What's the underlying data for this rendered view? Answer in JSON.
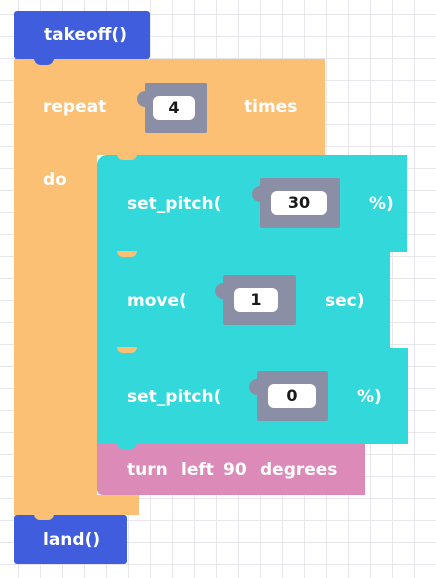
{
  "blocks": {
    "takeoff": {
      "label": "takeoff()"
    },
    "repeat": {
      "prefix": "repeat",
      "count": "4",
      "suffix": "times",
      "do_label": "do"
    },
    "set_pitch_1": {
      "prefix": "set_pitch(",
      "value": "30",
      "suffix": "%)"
    },
    "move": {
      "prefix": "move(",
      "value": "1",
      "suffix": "sec)"
    },
    "set_pitch_2": {
      "prefix": "set_pitch(",
      "value": "0",
      "suffix": "%)"
    },
    "turn": {
      "word1": "turn",
      "word2": "left",
      "value": "90",
      "word3": "degrees"
    },
    "land": {
      "label": "land()"
    }
  },
  "colors": {
    "event_block": "#3f5ddc",
    "loop_block": "#fbc074",
    "flight_block": "#33d8da",
    "turn_block": "#dc8ab8",
    "value_slot": "#8b8fa6"
  }
}
